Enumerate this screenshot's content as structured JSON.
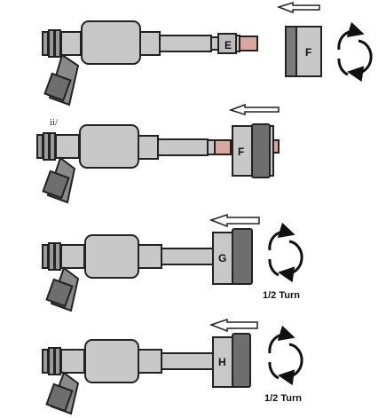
{
  "steps": [
    {
      "step_label": "",
      "part_label": "E",
      "tool_label": "F",
      "turn_label": "",
      "rotate_icon": "rotate-icon"
    },
    {
      "step_label": "ii/",
      "part_label": "",
      "tool_label": "F",
      "turn_label": "",
      "rotate_icon": ""
    },
    {
      "step_label": "",
      "part_label": "",
      "tool_label": "G",
      "turn_label": "1/2 Turn",
      "rotate_icon": "rotate-icon"
    },
    {
      "step_label": "",
      "part_label": "",
      "tool_label": "H",
      "turn_label": "1/2 Turn",
      "rotate_icon": "rotate-icon"
    }
  ],
  "icons": {
    "arrow": "arrow-left-icon",
    "rotate": "rotate-icon"
  },
  "colors": {
    "body": "#c8c8c8",
    "dark_part": "#7a7a7a",
    "pink_tip": "#d9a7a0",
    "outline": "#222222"
  }
}
